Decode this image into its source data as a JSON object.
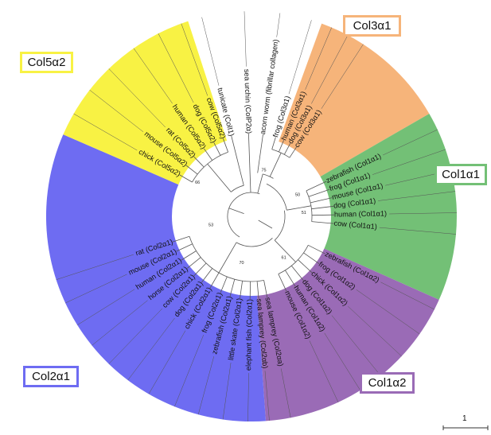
{
  "clades": [
    {
      "name": "Col3α1",
      "color": "#f6b47a"
    },
    {
      "name": "Col1α1",
      "color": "#73c076"
    },
    {
      "name": "Col1α2",
      "color": "#9a6bb6"
    },
    {
      "name": "Col2α1",
      "color": "#6e6cf2"
    },
    {
      "name": "Col5α2",
      "color": "#f8f244"
    }
  ],
  "leaves": [
    "frog (Col3α1)",
    "human (Col3α1)",
    "dog (Col3α1)",
    "cow (Col3α1)",
    "zebrafish (Col1α1)",
    "frog (Col1α1)",
    "mouse (Col1α1)",
    "dog (Col1α1)",
    "human (Col1α1)",
    "cow (Col1α1)",
    "zebrafish (Col1α2)",
    "frog (Col1α2)",
    "chick (Col1α2)",
    "dog (Col1α2)",
    "human (Col1α2)",
    "mouse (Col1α2)",
    "sea lamprey (Col2αa)",
    "sea lamprey (Col2αb)",
    "elephant fish (Col2α1)",
    "little skate (Col2α1)",
    "zebrafish (Col2α1)",
    "frog (Col2α1)",
    "chick (Col2α1)",
    "dog (Col2α1)",
    "cow (Col2α1)",
    "horse (Col2α1)",
    "human (Col2α1)",
    "mouse (Col2α1)",
    "rat (Col2α1)",
    "chick (Col5α2)",
    "mouse (Col5α2)",
    "rat (Col5α2)",
    "human (Col5α2)",
    "dog (Col5α2)",
    "cow (Col5α2)",
    "tunicate (ColI1)",
    "sea urchin (ColP2α)",
    "acorn worm (fibrillar collagen)"
  ],
  "bootstrap": [
    "75",
    "50",
    "51",
    "61",
    "70",
    "53",
    "66"
  ],
  "scale_bar": {
    "label": "1",
    "value": 1
  }
}
